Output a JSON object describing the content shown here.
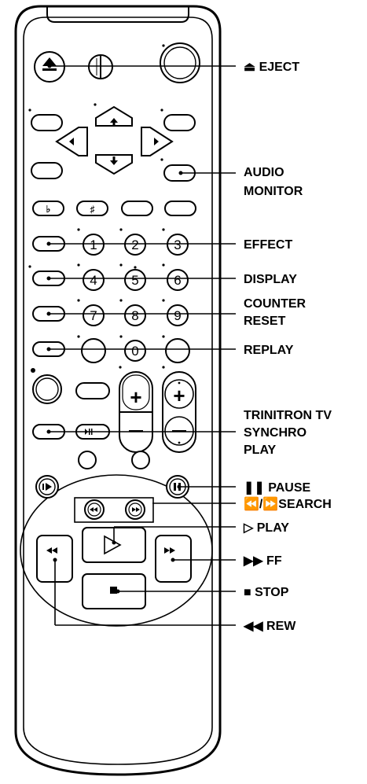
{
  "labels": {
    "eject": "⏏ EJECT",
    "audio_monitor_1": "AUDIO",
    "audio_monitor_2": "MONITOR",
    "effect": "EFFECT",
    "display": "DISPLAY",
    "counter_reset_1": "COUNTER",
    "counter_reset_2": "RESET",
    "replay": "REPLAY",
    "trinitron_1": "TRINITRON TV",
    "trinitron_2": "SYNCHRO",
    "trinitron_3": "PLAY",
    "pause": "❚❚ PAUSE",
    "search": "⏪/⏩SEARCH",
    "play": "▷ PLAY",
    "ff": "▶▶ FF",
    "stop": "■ STOP",
    "rew": "◀◀ REW"
  },
  "buttons": {
    "flat": "♭",
    "sharp": "♯",
    "keys": [
      "1",
      "2",
      "3",
      "4",
      "5",
      "6",
      "7",
      "8",
      "9",
      "0"
    ],
    "plus": "+"
  }
}
